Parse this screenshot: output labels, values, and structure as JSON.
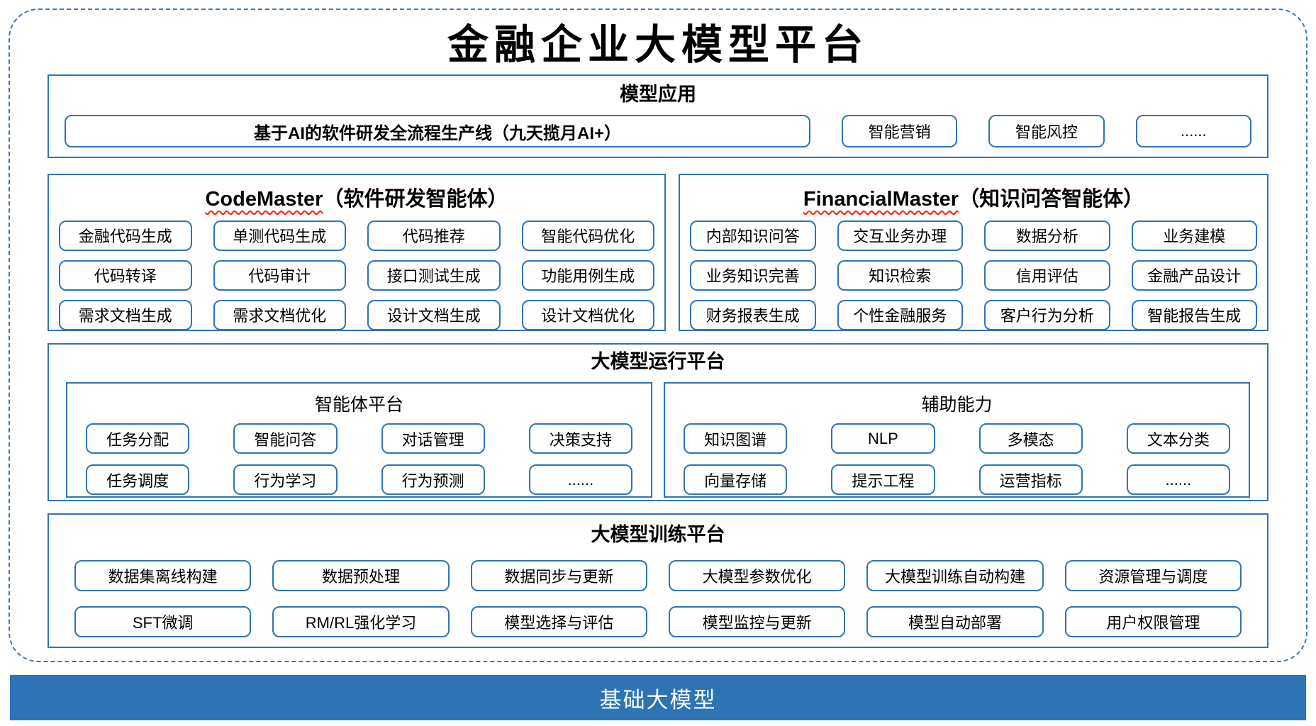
{
  "title": "金融企业大模型平台",
  "colors": {
    "accent_border": "#2E74B5",
    "frame_dashed": "#4472C4",
    "spellcheck_wavy": "#FF1E0F",
    "footer_bg": "#2E74B5",
    "footer_text": "#FFFFFF"
  },
  "apps": {
    "header": "模型应用",
    "main_item": "基于AI的软件研发全流程生产线（九天揽月AI+）",
    "items": [
      "智能营销",
      "智能风控",
      "......"
    ]
  },
  "agents": [
    {
      "name_en": "CodeMaster",
      "name_suffix": "（软件研发智能体）",
      "items": [
        "金融代码生成",
        "单测代码生成",
        "代码推荐",
        "智能代码优化",
        "代码转译",
        "代码审计",
        "接口测试生成",
        "功能用例生成",
        "需求文档生成",
        "需求文档优化",
        "设计文档生成",
        "设计文档优化"
      ]
    },
    {
      "name_en": "FinancialMaster",
      "name_suffix": "（知识问答智能体）",
      "items": [
        "内部知识问答",
        "交互业务办理",
        "数据分析",
        "业务建模",
        "业务知识完善",
        "知识检索",
        "信用评估",
        "金融产品设计",
        "财务报表生成",
        "个性金融服务",
        "客户行为分析",
        "智能报告生成"
      ]
    }
  ],
  "runtime": {
    "header": "大模型运行平台",
    "panels": [
      {
        "header": "智能体平台",
        "items": [
          "任务分配",
          "智能问答",
          "对话管理",
          "决策支持",
          "任务调度",
          "行为学习",
          "行为预测",
          "......"
        ]
      },
      {
        "header": "辅助能力",
        "items": [
          "知识图谱",
          "NLP",
          "多模态",
          "文本分类",
          "向量存储",
          "提示工程",
          "运营指标",
          "......"
        ]
      }
    ]
  },
  "training": {
    "header": "大模型训练平台",
    "items": [
      "数据集离线构建",
      "数据预处理",
      "数据同步与更新",
      "大模型参数优化",
      "大模型训练自动构建",
      "资源管理与调度",
      "SFT微调",
      "RM/RL强化学习",
      "模型选择与评估",
      "模型监控与更新",
      "模型自动部署",
      "用户权限管理"
    ]
  },
  "footer": {
    "label": "基础大模型"
  }
}
